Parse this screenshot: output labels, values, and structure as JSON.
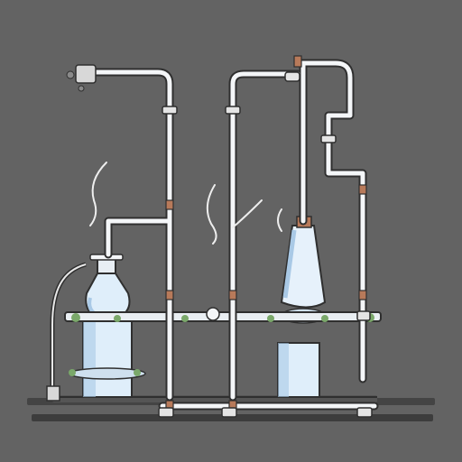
{
  "scene": {
    "subject": "laboratory-distillation-apparatus",
    "colors": {
      "background": "#636363",
      "pipe_fill": "#f4f6f8",
      "pipe_outline": "#2f2f2f",
      "glass": "#dfeefa",
      "glass_shadow": "#a9c9e6",
      "copper_fitting": "#b87a5a",
      "base_shadow": "#3e3e3e",
      "floor_line": "#4a4a4a",
      "foliage": "#7aa86a"
    },
    "elements": [
      "left-flask",
      "left-pedestal-base",
      "right-conical-vessel",
      "right-pedestal-base",
      "overhead-pipe-network",
      "side-hose",
      "steam-wisps",
      "support-shelf",
      "floor-rail"
    ]
  }
}
